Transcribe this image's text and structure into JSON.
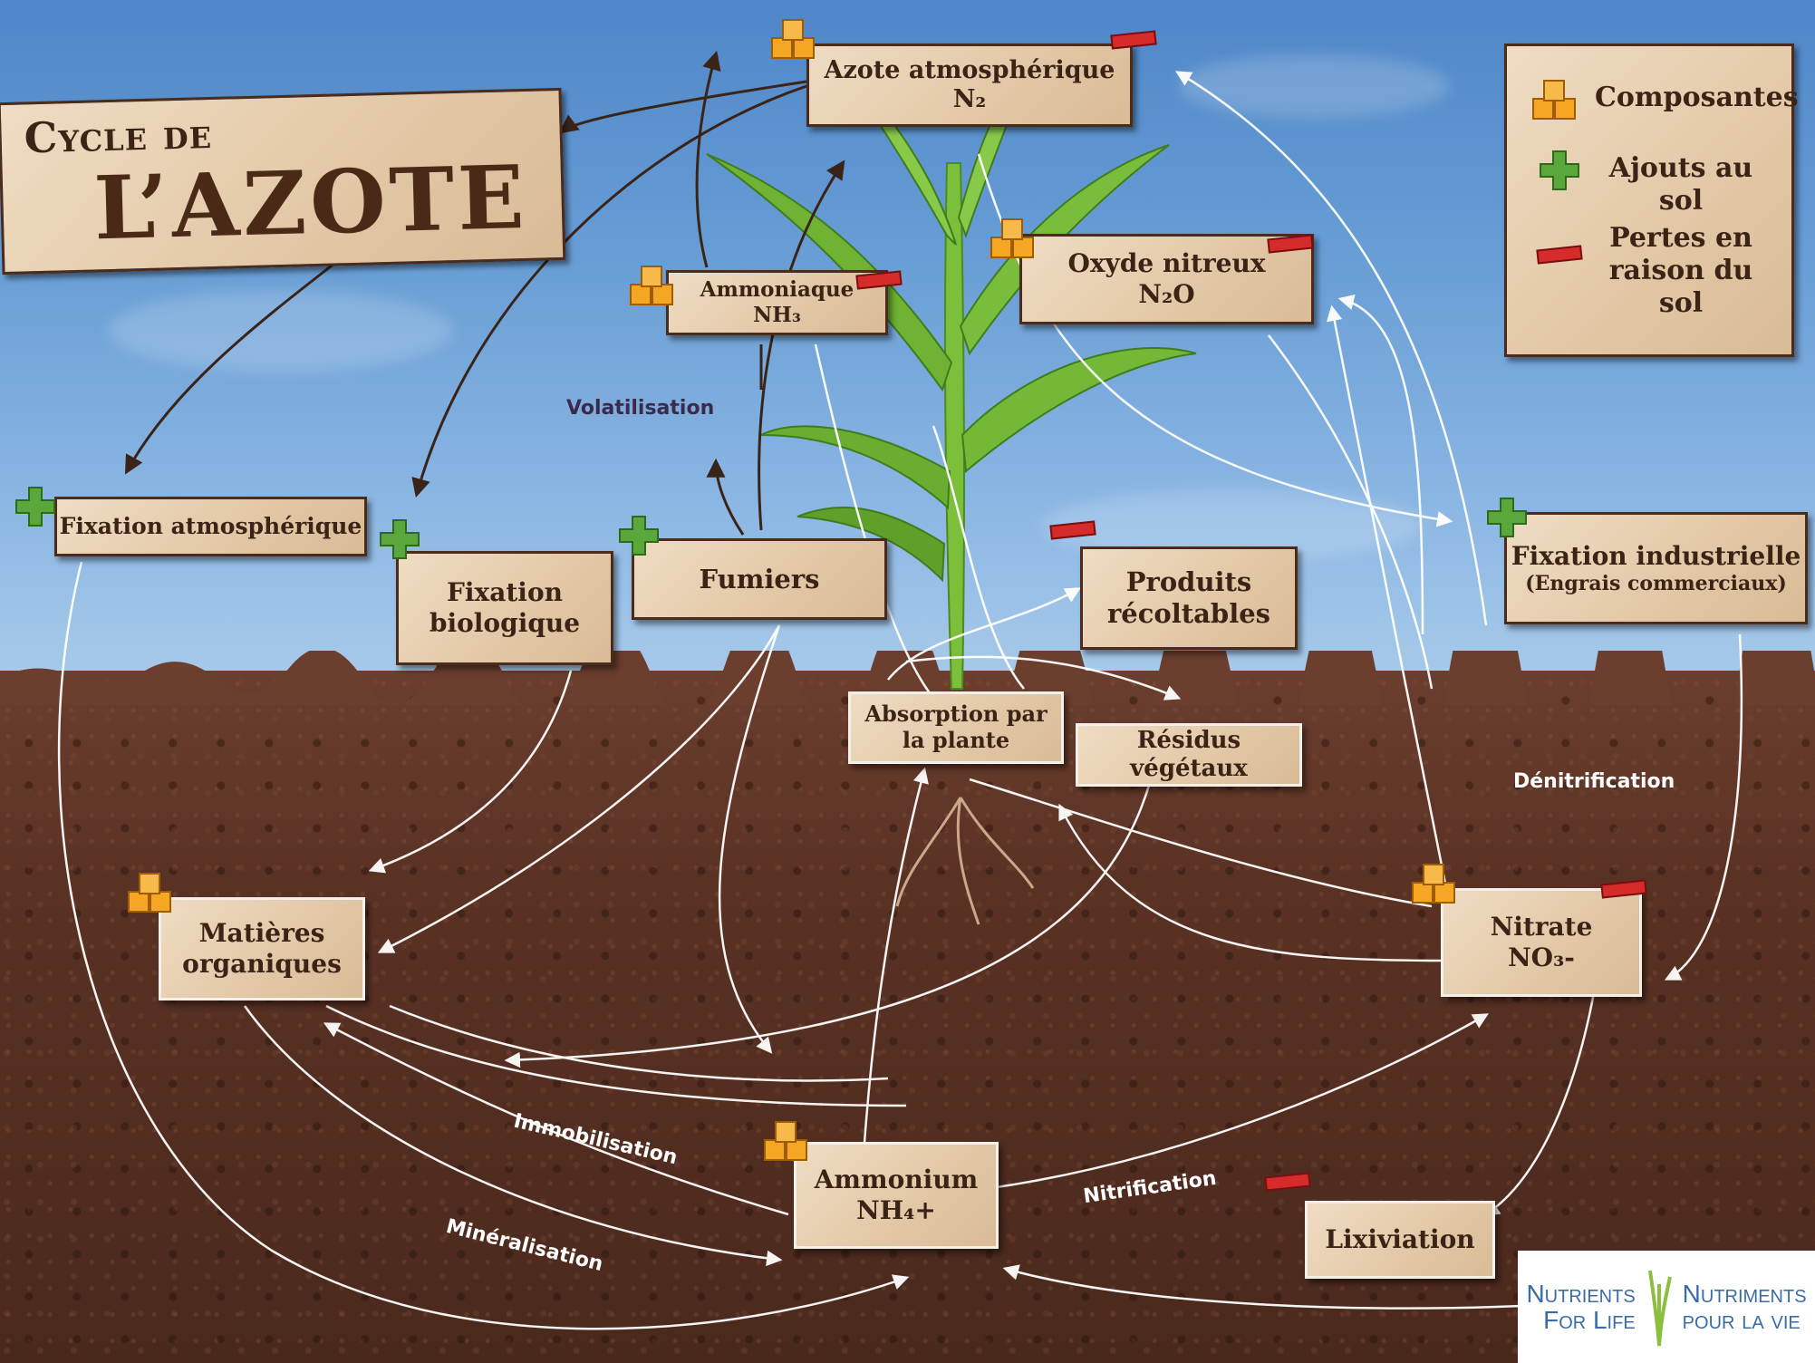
{
  "title": {
    "line1": "Cycle de",
    "line2": "L’Azote"
  },
  "legend": {
    "components": "Composantes",
    "additions": "Ajouts au sol",
    "losses_line1": "Pertes en",
    "losses_line2": "raison du sol"
  },
  "nodes": {
    "n2": {
      "line1": "Azote atmosphérique",
      "line2": "N₂"
    },
    "nh3": {
      "line1": "Ammoniaque",
      "line2": "NH₃"
    },
    "n2o": {
      "line1": "Oxyde nitreux",
      "line2": "N₂O"
    },
    "fix_atm": "Fixation atmosphérique",
    "fix_bio": {
      "line1": "Fixation",
      "line2": "biologique"
    },
    "manure": "Fumiers",
    "harvest": {
      "line1": "Produits",
      "line2": "récoltables"
    },
    "fix_ind": {
      "line1": "Fixation industrielle",
      "line2": "(Engrais commerciaux)"
    },
    "uptake": {
      "line1": "Absorption par",
      "line2": "la plante"
    },
    "residues": "Résidus végétaux",
    "om": {
      "line1": "Matières",
      "line2": "organiques"
    },
    "nitrate": {
      "line1": "Nitrate",
      "line2": "NO₃-"
    },
    "ammonium": {
      "line1": "Ammonium",
      "line2": "NH₄+"
    },
    "leaching": "Lixiviation"
  },
  "process_labels": {
    "volatilisation": "Volatilisation",
    "denitrification": "Dénitrification",
    "immobilisation": "Immobilisation",
    "mineralisation": "Minéralisation",
    "nitrification": "Nitrification"
  },
  "logo": {
    "en_line1": "Nutrients",
    "en_line2": "For Life",
    "fr_line1": "Nutriments",
    "fr_line2": "pour la vie"
  },
  "colors": {
    "component_icon": "#f5a623",
    "addition_icon": "#5aa83c",
    "loss_icon": "#d62b2b"
  }
}
